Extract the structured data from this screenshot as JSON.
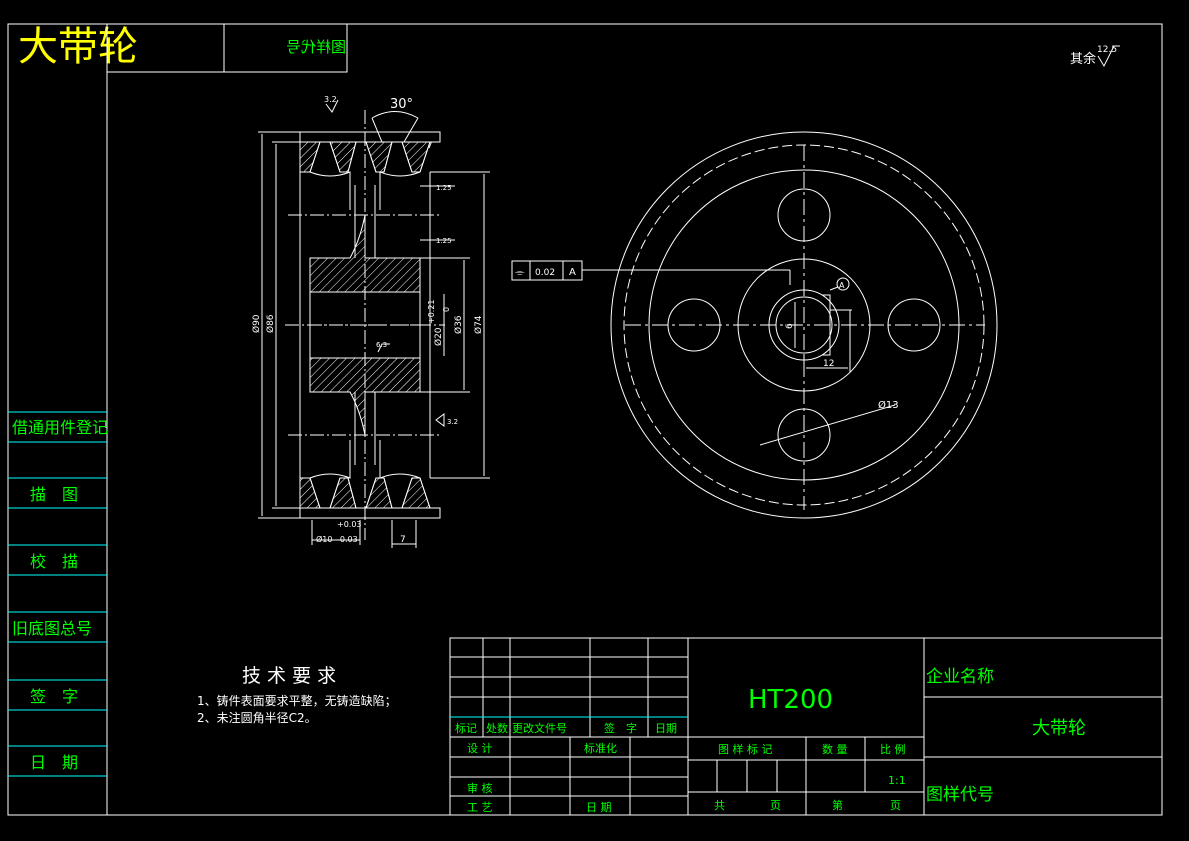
{
  "header": {
    "part_name": "大带轮",
    "drawing_code_mirrored": "图样代号",
    "surface_finish_note": "其余",
    "surface_finish_value": "12.5"
  },
  "side_strip": {
    "labels": [
      "借通用件登记",
      "描　图",
      "校　描",
      "旧底图总号",
      "签　字",
      "日　期"
    ]
  },
  "section_view": {
    "angle_label": "30°",
    "roughness_top": "3.2",
    "roughness_1": "1.25",
    "roughness_2": "1.25",
    "roughness_3": "6.3",
    "roughness_4": "3.2",
    "dim_d90": "Ø90",
    "dim_d86": "Ø86",
    "dim_d20": "Ø20",
    "dim_d36": "Ø36",
    "dim_d74": "Ø74",
    "dim_tol_upper": "+0.21",
    "dim_tol_lower": "0",
    "dim_width_7_top": "7",
    "dim_width_7_bottom": "7",
    "dim_groove": "Ø10",
    "dim_groove_upper": "+0.03",
    "dim_groove_lower": "-0.03"
  },
  "tolerance_frame": {
    "symbol": "⌯",
    "value": "0.02",
    "datum": "A"
  },
  "front_view": {
    "datum_label": "A",
    "dim_keyway_depth": "6",
    "dim_keyway_width": "12",
    "dim_hole": "Ø13"
  },
  "tech_requirements": {
    "title": "技 术 要 求",
    "lines": [
      "1、铸件表面要求平整，无铸造缺陷；",
      "2、未注圆角半径C2。"
    ]
  },
  "title_block": {
    "material": "HT200",
    "company_label": "企业名称",
    "part_name": "大带轮",
    "drawing_code_label": "图样代号",
    "row_headers": [
      "标记",
      "处数",
      "更改文件号",
      "签　字",
      "日期"
    ],
    "design_label": "设 计",
    "standard_label": "标准化",
    "review_label": "审 核",
    "process_label": "工 艺",
    "date_label": "日 期",
    "marking_label": "图 样 标 记",
    "quantity_label": "数 量",
    "scale_label": "比 例",
    "scale_value": "1:1",
    "total_label": "共",
    "page_label": "页",
    "sheet_label": "第",
    "page_label2": "页"
  },
  "colors": {
    "background": "#000000",
    "line": "#ffffff",
    "frame": "#00ffff",
    "text_green": "#00ff00",
    "title_yellow": "#ffff00",
    "dim": "#ffffff"
  }
}
